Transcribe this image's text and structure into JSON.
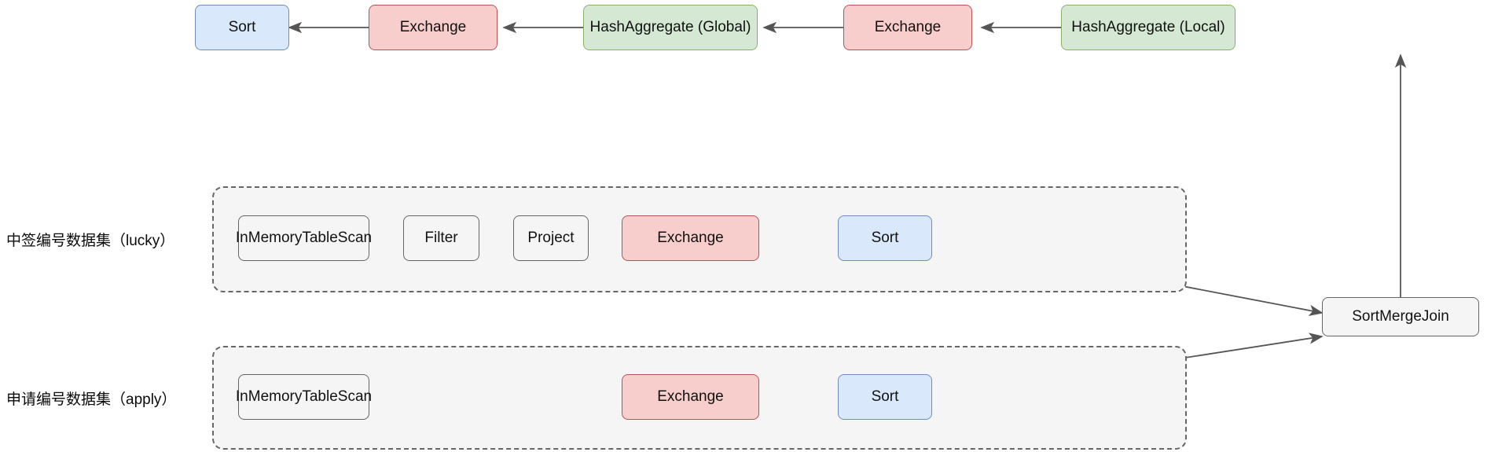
{
  "diagram": {
    "title": "Spark physical plan diagram",
    "colors": {
      "blue_fill": "#dae8fc",
      "blue_stroke": "#6c8ebf",
      "red_fill": "#f8cecc",
      "red_stroke": "#b85450",
      "green_fill": "#d5e8d4",
      "green_stroke": "#82b366",
      "grey_fill": "#f5f5f5",
      "grey_stroke": "#666666",
      "edge": "#555555",
      "background": "#ffffff"
    },
    "top_chain": [
      {
        "id": "top-sort",
        "label": "Sort",
        "color": "blue"
      },
      {
        "id": "top-exchange-1",
        "label": "Exchange",
        "color": "red"
      },
      {
        "id": "hashaggregate-global",
        "label": "HashAggregate (Global)",
        "color": "green"
      },
      {
        "id": "top-exchange-2",
        "label": "Exchange",
        "color": "red"
      },
      {
        "id": "hashaggregate-local",
        "label": "HashAggregate (Local)",
        "color": "green"
      }
    ],
    "groups": [
      {
        "id": "lucky",
        "label": "中签编号数据集（lucky）",
        "nodes": [
          {
            "id": "lucky-scan",
            "label": "InMemoryTableScan",
            "color": "grey"
          },
          {
            "id": "lucky-filter",
            "label": "Filter",
            "color": "grey"
          },
          {
            "id": "lucky-project",
            "label": "Project",
            "color": "grey"
          },
          {
            "id": "lucky-exchange",
            "label": "Exchange",
            "color": "red"
          },
          {
            "id": "lucky-sort",
            "label": "Sort",
            "color": "blue"
          }
        ]
      },
      {
        "id": "apply",
        "label": "申请编号数据集（apply）",
        "nodes": [
          {
            "id": "apply-scan",
            "label": "InMemoryTableScan",
            "color": "grey"
          },
          {
            "id": "apply-exchange",
            "label": "Exchange",
            "color": "red"
          },
          {
            "id": "apply-sort",
            "label": "Sort",
            "color": "blue"
          }
        ]
      }
    ],
    "join": {
      "id": "sortmergejoin",
      "label": "SortMergeJoin",
      "color": "grey"
    },
    "edges": [
      {
        "from": "top-exchange-1",
        "to": "top-sort",
        "direction": "left"
      },
      {
        "from": "hashaggregate-global",
        "to": "top-exchange-1",
        "direction": "left"
      },
      {
        "from": "top-exchange-2",
        "to": "hashaggregate-global",
        "direction": "left"
      },
      {
        "from": "hashaggregate-local",
        "to": "top-exchange-2",
        "direction": "left"
      },
      {
        "from": "sortmergejoin",
        "to": "hashaggregate-local",
        "direction": "up"
      },
      {
        "from": "lucky-scan",
        "to": "lucky-filter",
        "direction": "right"
      },
      {
        "from": "lucky-filter",
        "to": "lucky-project",
        "direction": "right"
      },
      {
        "from": "lucky-project",
        "to": "lucky-exchange",
        "direction": "right"
      },
      {
        "from": "lucky-exchange",
        "to": "lucky-sort",
        "direction": "right"
      },
      {
        "from": "lucky-sort",
        "to": "sortmergejoin",
        "direction": "diagonal-down-right"
      },
      {
        "from": "apply-scan",
        "to": "apply-exchange",
        "direction": "right"
      },
      {
        "from": "apply-exchange",
        "to": "apply-sort",
        "direction": "right"
      },
      {
        "from": "apply-sort",
        "to": "sortmergejoin",
        "direction": "diagonal-up-right"
      }
    ]
  }
}
